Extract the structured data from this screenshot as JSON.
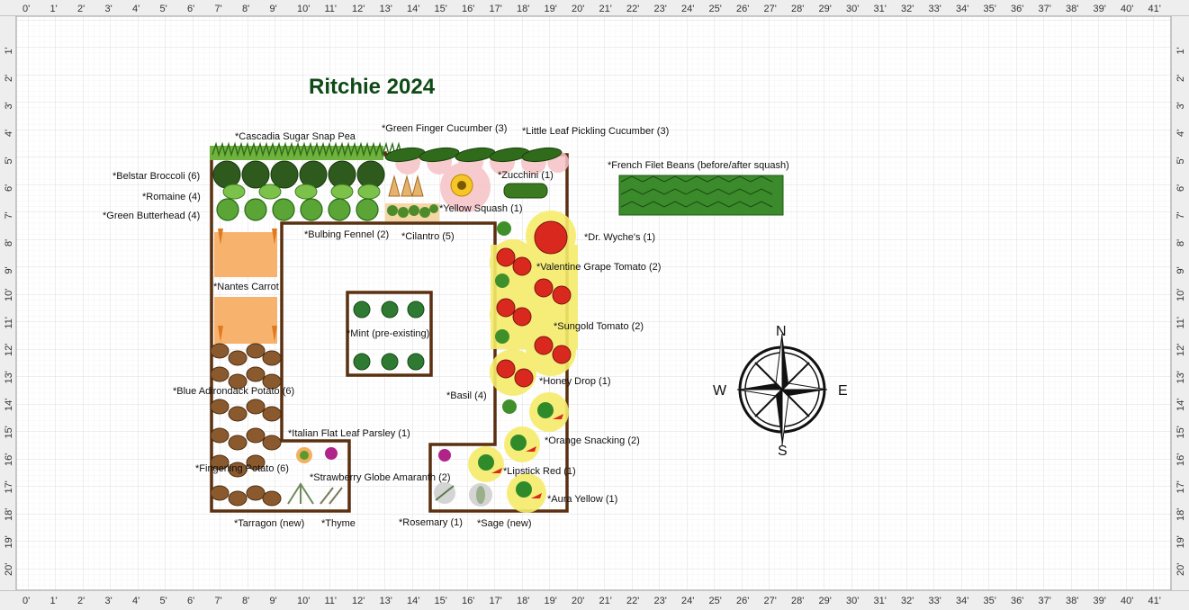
{
  "plan": {
    "title": "Ritchie 2024",
    "colors": {
      "bed_outline": "#5a3010",
      "grid_line": "#e2e2e2",
      "ruler_fill": "#eeeeee",
      "highlight_yellow": "#f6ec6b",
      "highlight_pink": "#f6c2c6",
      "carrot_orange": "#f7b36e",
      "title_green": "#0f4a16"
    }
  },
  "rulers": {
    "top": [
      "0'",
      "1'",
      "2'",
      "3'",
      "4'",
      "5'",
      "6'",
      "7'",
      "8'",
      "9'",
      "10'",
      "11'",
      "12'",
      "13'",
      "14'",
      "15'",
      "16'",
      "17'",
      "18'",
      "19'",
      "20'",
      "21'",
      "22'",
      "23'",
      "24'",
      "25'",
      "26'",
      "27'",
      "28'",
      "29'",
      "30'",
      "31'",
      "32'",
      "33'",
      "34'",
      "35'",
      "36'",
      "37'",
      "38'",
      "39'",
      "40'",
      "41'"
    ],
    "bottom": [
      "0'",
      "1'",
      "2'",
      "3'",
      "4'",
      "5'",
      "6'",
      "7'",
      "8'",
      "9'",
      "10'",
      "11'",
      "12'",
      "13'",
      "14'",
      "15'",
      "16'",
      "17'",
      "18'",
      "19'",
      "20'",
      "21'",
      "22'",
      "23'",
      "24'",
      "25'",
      "26'",
      "27'",
      "28'",
      "29'",
      "30'",
      "31'",
      "32'",
      "33'",
      "34'",
      "35'",
      "36'",
      "37'",
      "38'",
      "39'",
      "40'",
      "41'"
    ],
    "left": [
      "1'",
      "2'",
      "3'",
      "4'",
      "5'",
      "6'",
      "7'",
      "8'",
      "9'",
      "10'",
      "11'",
      "12'",
      "13'",
      "14'",
      "15'",
      "16'",
      "17'",
      "18'",
      "19'",
      "20'"
    ],
    "right": [
      "1'",
      "2'",
      "3'",
      "4'",
      "5'",
      "6'",
      "7'",
      "8'",
      "9'",
      "10'",
      "11'",
      "12'",
      "13'",
      "14'",
      "15'",
      "16'",
      "17'",
      "18'",
      "19'",
      "20'"
    ]
  },
  "labels": {
    "pea": "*Cascadia Sugar Snap Pea",
    "green_finger": "*Green Finger Cucumber (3)",
    "little_leaf": "*Little Leaf Pickling Cucumber (3)",
    "broccoli": "*Belstar Broccoli (6)",
    "romaine": "*Romaine (4)",
    "butterhead": "*Green Butterhead (4)",
    "zucchini": "*Zucchini (1)",
    "french_beans": "*French Filet Beans (before/after squash)",
    "yellow_squash": "*Yellow Squash (1)",
    "fennel": "*Bulbing Fennel (2)",
    "cilantro": "*Cilantro (5)",
    "dr_wyche": "*Dr. Wyche's (1)",
    "valentine": "*Valentine Grape Tomato (2)",
    "nantes": "*Nantes Carrot",
    "mint": "*Mint (pre-existing)",
    "sungold": "*Sungold Tomato (2)",
    "honey_drop": "*Honey Drop (1)",
    "blue_adirondack": "*Blue Adirondack Potato (6)",
    "basil": "*Basil (4)",
    "italian_parsley": "*Italian Flat Leaf Parsley (1)",
    "orange_snacking": "*Orange Snacking (2)",
    "fingerling": "*Fingerling Potato (6)",
    "lipstick": "*Lipstick Red (1)",
    "amaranth": "*Strawberry Globe Amaranth (2)",
    "aura_yellow": "*Aura Yellow (1)",
    "tarragon": "*Tarragon (new)",
    "thyme": "*Thyme",
    "rosemary": "*Rosemary (1)",
    "sage": "*Sage (new)"
  },
  "compass": {
    "n": "N",
    "s": "S",
    "e": "E",
    "w": "W",
    "icon": "compass-rose-icon"
  },
  "icons": [
    "pea-plant-icon",
    "cucumber-icon",
    "broccoli-icon",
    "lettuce-icon",
    "cabbage-icon",
    "zucchini-icon",
    "squash-icon",
    "bean-icon",
    "fennel-icon",
    "cilantro-icon",
    "tomato-icon",
    "carrot-icon",
    "mint-icon",
    "basil-icon",
    "potato-icon",
    "pepper-icon",
    "parsley-icon",
    "amaranth-icon",
    "tarragon-icon",
    "thyme-icon",
    "rosemary-icon",
    "sage-icon"
  ]
}
